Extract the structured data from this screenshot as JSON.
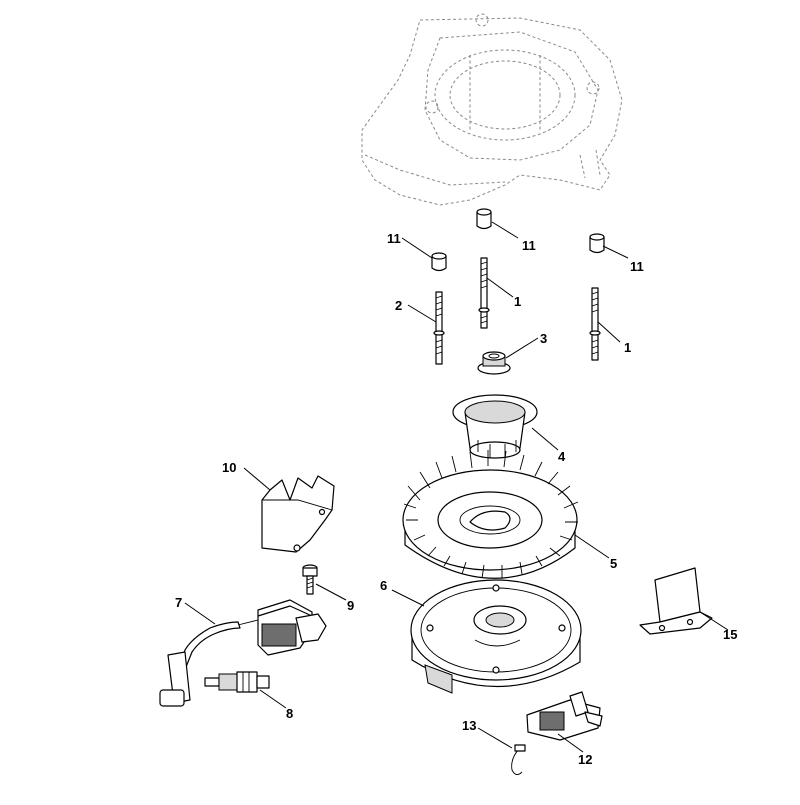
{
  "callouts": {
    "c1a": "1",
    "c1b": "1",
    "c2": "2",
    "c3": "3",
    "c4": "4",
    "c5": "5",
    "c6": "6",
    "c7": "7",
    "c8": "8",
    "c9": "9",
    "c10": "10",
    "c11a": "11",
    "c11b": "11",
    "c11c": "11",
    "c12": "12",
    "c13": "13",
    "c15": "15"
  }
}
